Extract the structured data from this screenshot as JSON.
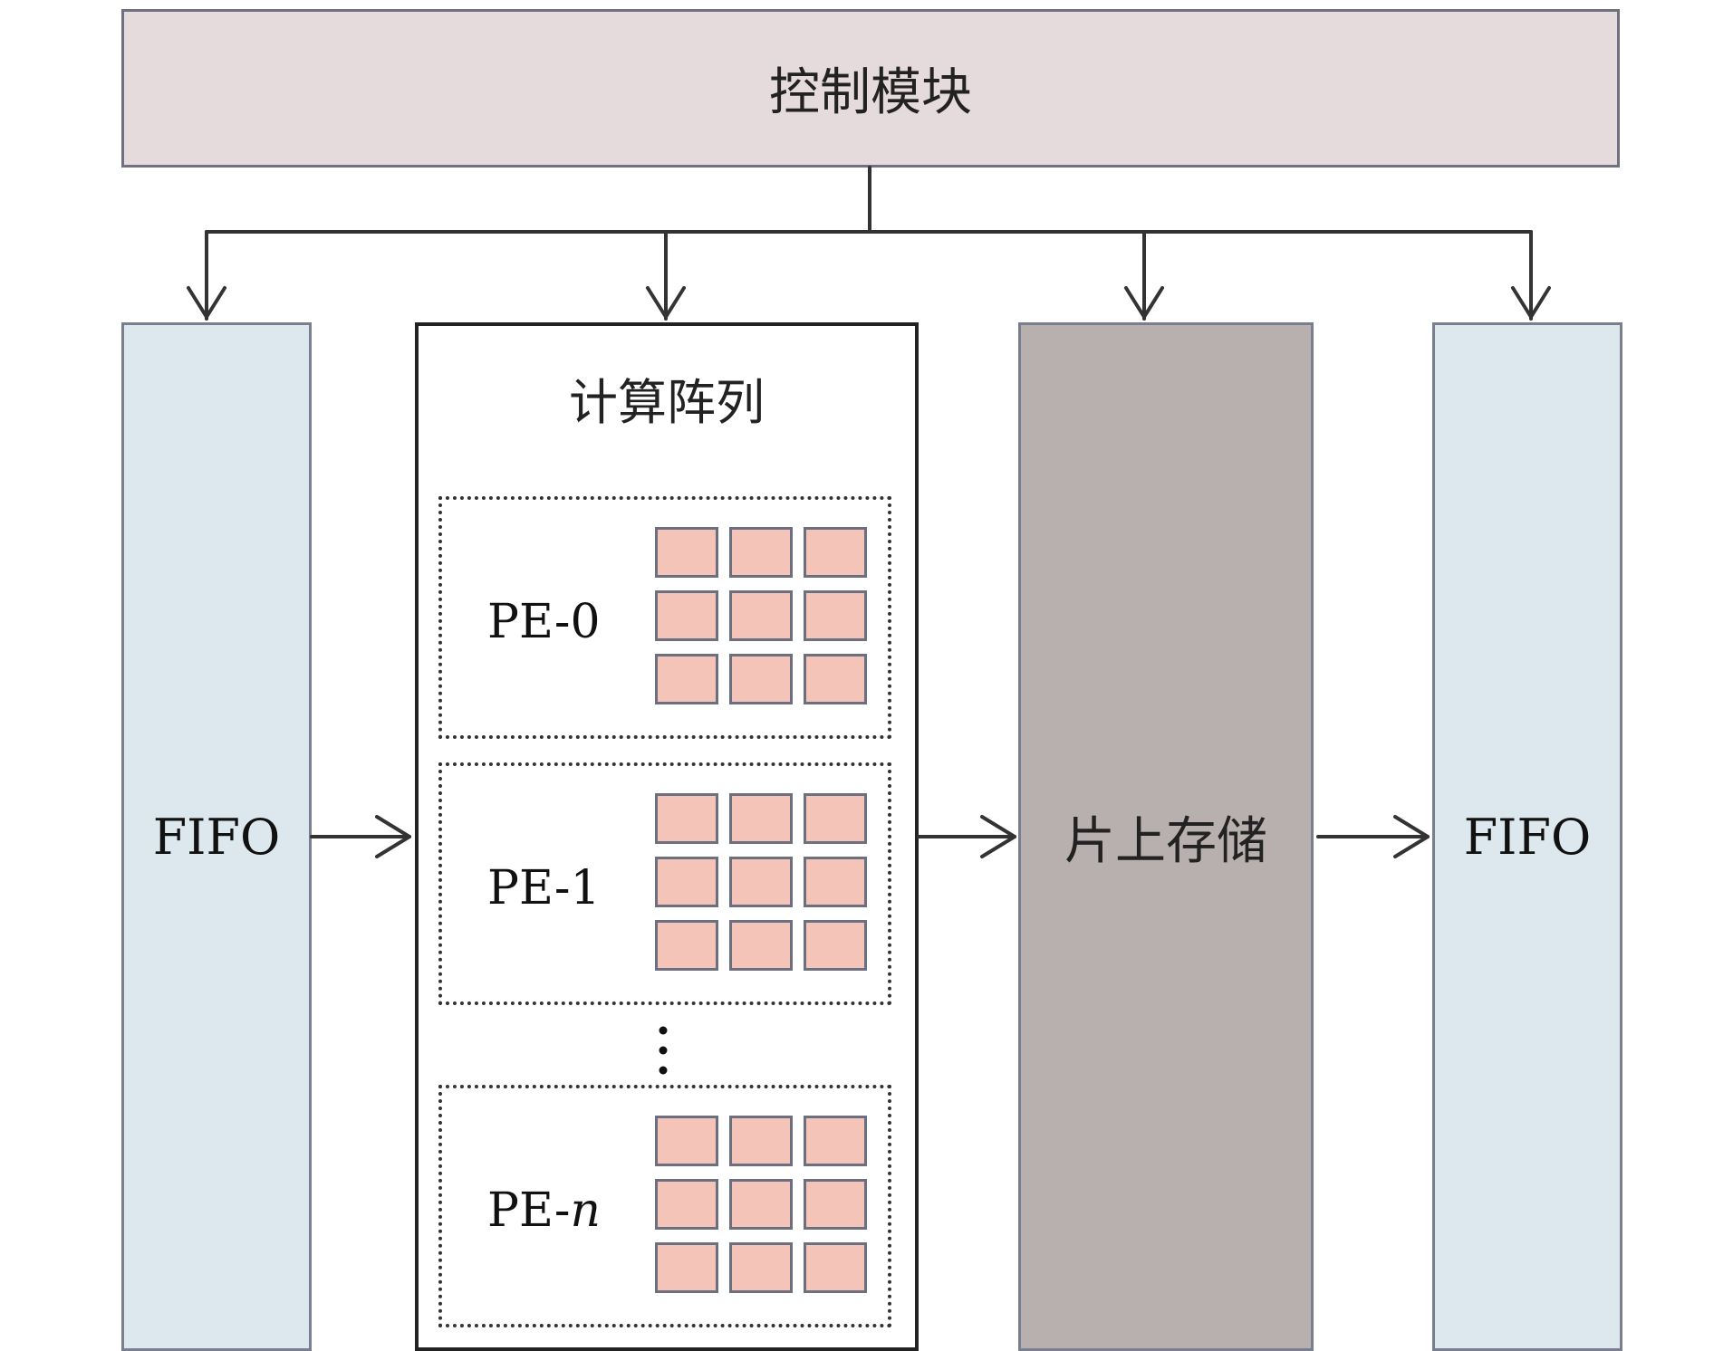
{
  "control": {
    "label": "控制模块"
  },
  "fifo_left": {
    "label": "FIFO"
  },
  "compute_array": {
    "title": "计算阵列",
    "pes": [
      {
        "prefix": "PE-",
        "suffix": "0"
      },
      {
        "prefix": "PE-",
        "suffix": "1"
      },
      {
        "prefix": "PE-",
        "suffix": "n"
      }
    ]
  },
  "on_chip_memory": {
    "label": "片上存储"
  },
  "fifo_right": {
    "label": "FIFO"
  },
  "colors": {
    "control_fill": "#e5dbdc",
    "fifo_fill": "#dce7ee",
    "memory_fill": "#b8b0ae",
    "pe_cell_fill": "#f4c4b9"
  }
}
